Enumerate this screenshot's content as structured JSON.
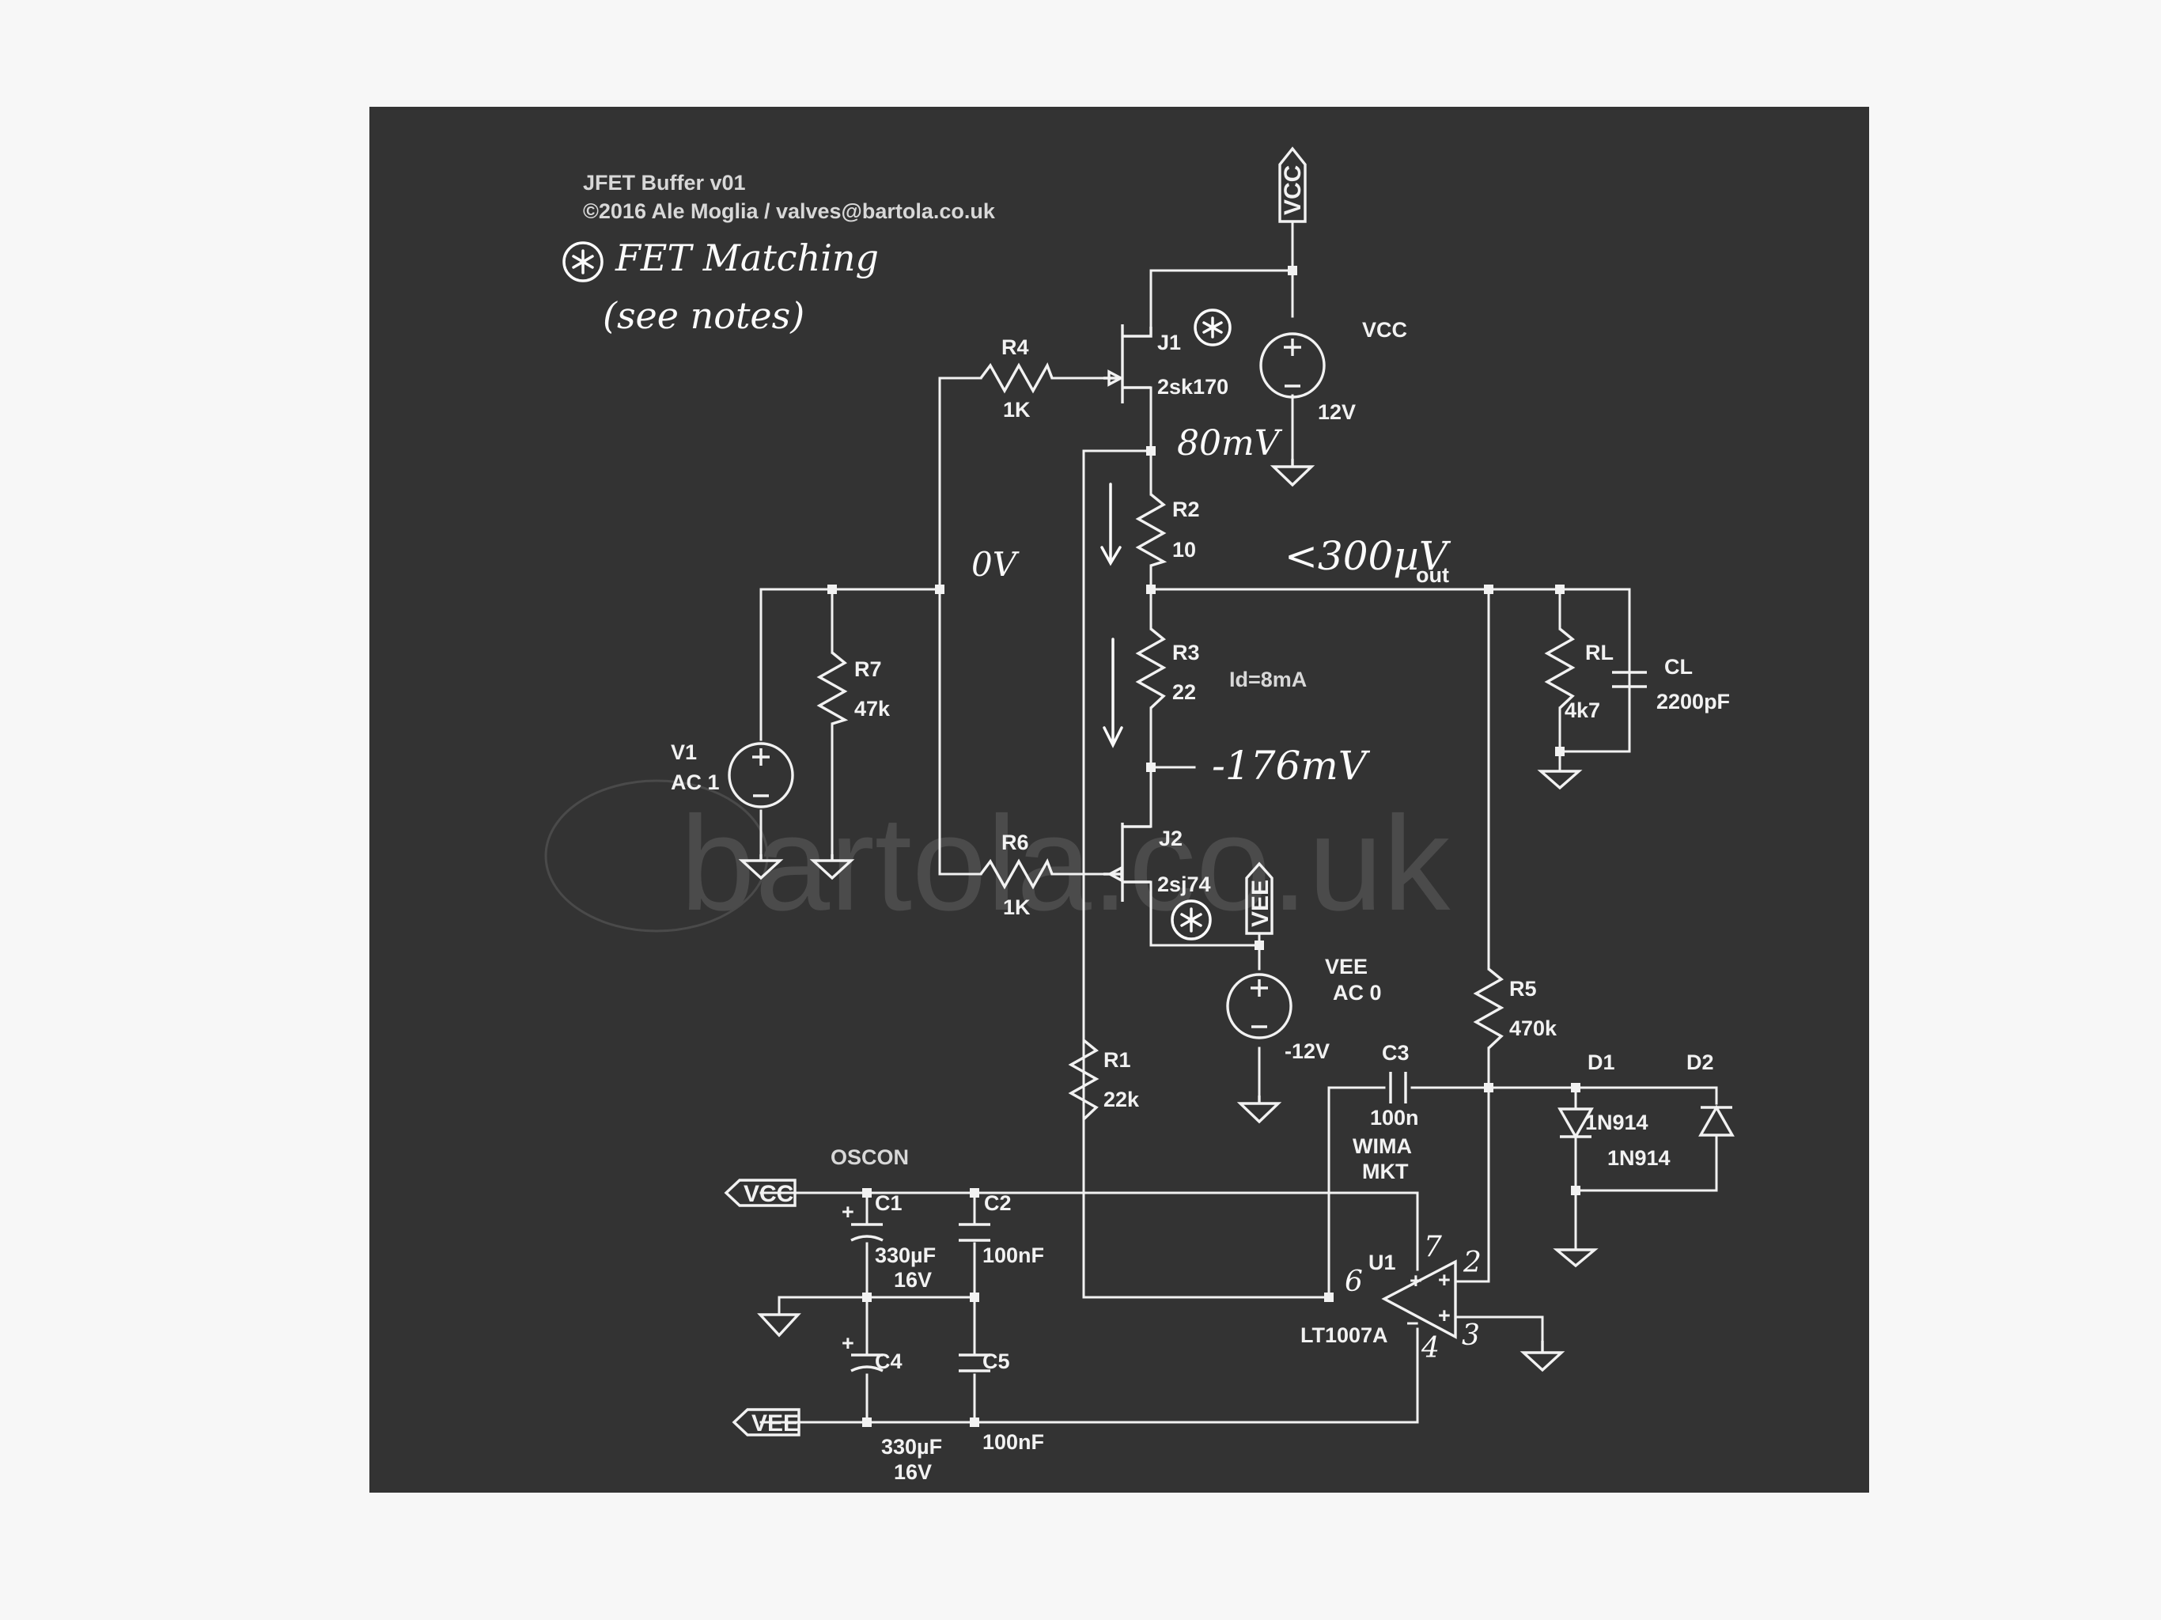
{
  "header": {
    "title": "JFET Buffer v01",
    "copyright": "©2016 Ale Moglia / valves@bartola.co.uk"
  },
  "handwritten": {
    "fet_matching": "FET Matching",
    "see_notes": "(see notes)",
    "node_top": "80mV",
    "node_mid": "0V",
    "node_out": "<300µV",
    "node_low": "-176mV"
  },
  "watermark": "bartola.co.uk",
  "components": {
    "r4": {
      "ref": "R4",
      "value": "1K"
    },
    "r6": {
      "ref": "R6",
      "value": "1K"
    },
    "r7": {
      "ref": "R7",
      "value": "47k"
    },
    "r2": {
      "ref": "R2",
      "value": "10"
    },
    "r3": {
      "ref": "R3",
      "value": "22"
    },
    "r1": {
      "ref": "R1",
      "value": "22k"
    },
    "r5": {
      "ref": "R5",
      "value": "470k"
    },
    "rl": {
      "ref": "RL",
      "value": "4k7"
    },
    "cl": {
      "ref": "CL",
      "value": "2200pF"
    },
    "j1": {
      "ref": "J1",
      "value": "2sk170"
    },
    "j2": {
      "ref": "J2",
      "value": "2sj74"
    },
    "vcc_src": {
      "ref": "VCC",
      "value": "12V"
    },
    "vee_src": {
      "ref": "VEE",
      "line2": "AC 0",
      "value": "-12V"
    },
    "v1": {
      "ref": "V1",
      "value": "AC 1"
    },
    "c3": {
      "ref": "C3",
      "value": "100n",
      "note1": "WIMA",
      "note2": "MKT"
    },
    "d1": {
      "ref": "D1",
      "value": "1N914"
    },
    "d2": {
      "ref": "D2",
      "value": "1N914"
    },
    "u1": {
      "ref": "U1",
      "value": "LT1007A",
      "pin6": "6",
      "pin7": "7",
      "pin2": "2",
      "pin3": "3",
      "pin4": "4"
    },
    "c1": {
      "ref": "C1",
      "value": "330µF",
      "rating": "16V"
    },
    "c2": {
      "ref": "C2",
      "value": "100nF"
    },
    "c4": {
      "ref": "C4",
      "value": "330µF",
      "rating": "16V"
    },
    "c5": {
      "ref": "C5",
      "value": "100nF"
    }
  },
  "labels": {
    "oscon": "OSCON",
    "id": "Id=8mA",
    "out": "out",
    "vcc_flag_top": "VCC",
    "vee_flag": "VEE",
    "vcc_port": "VCC",
    "vee_port": "VEE"
  }
}
